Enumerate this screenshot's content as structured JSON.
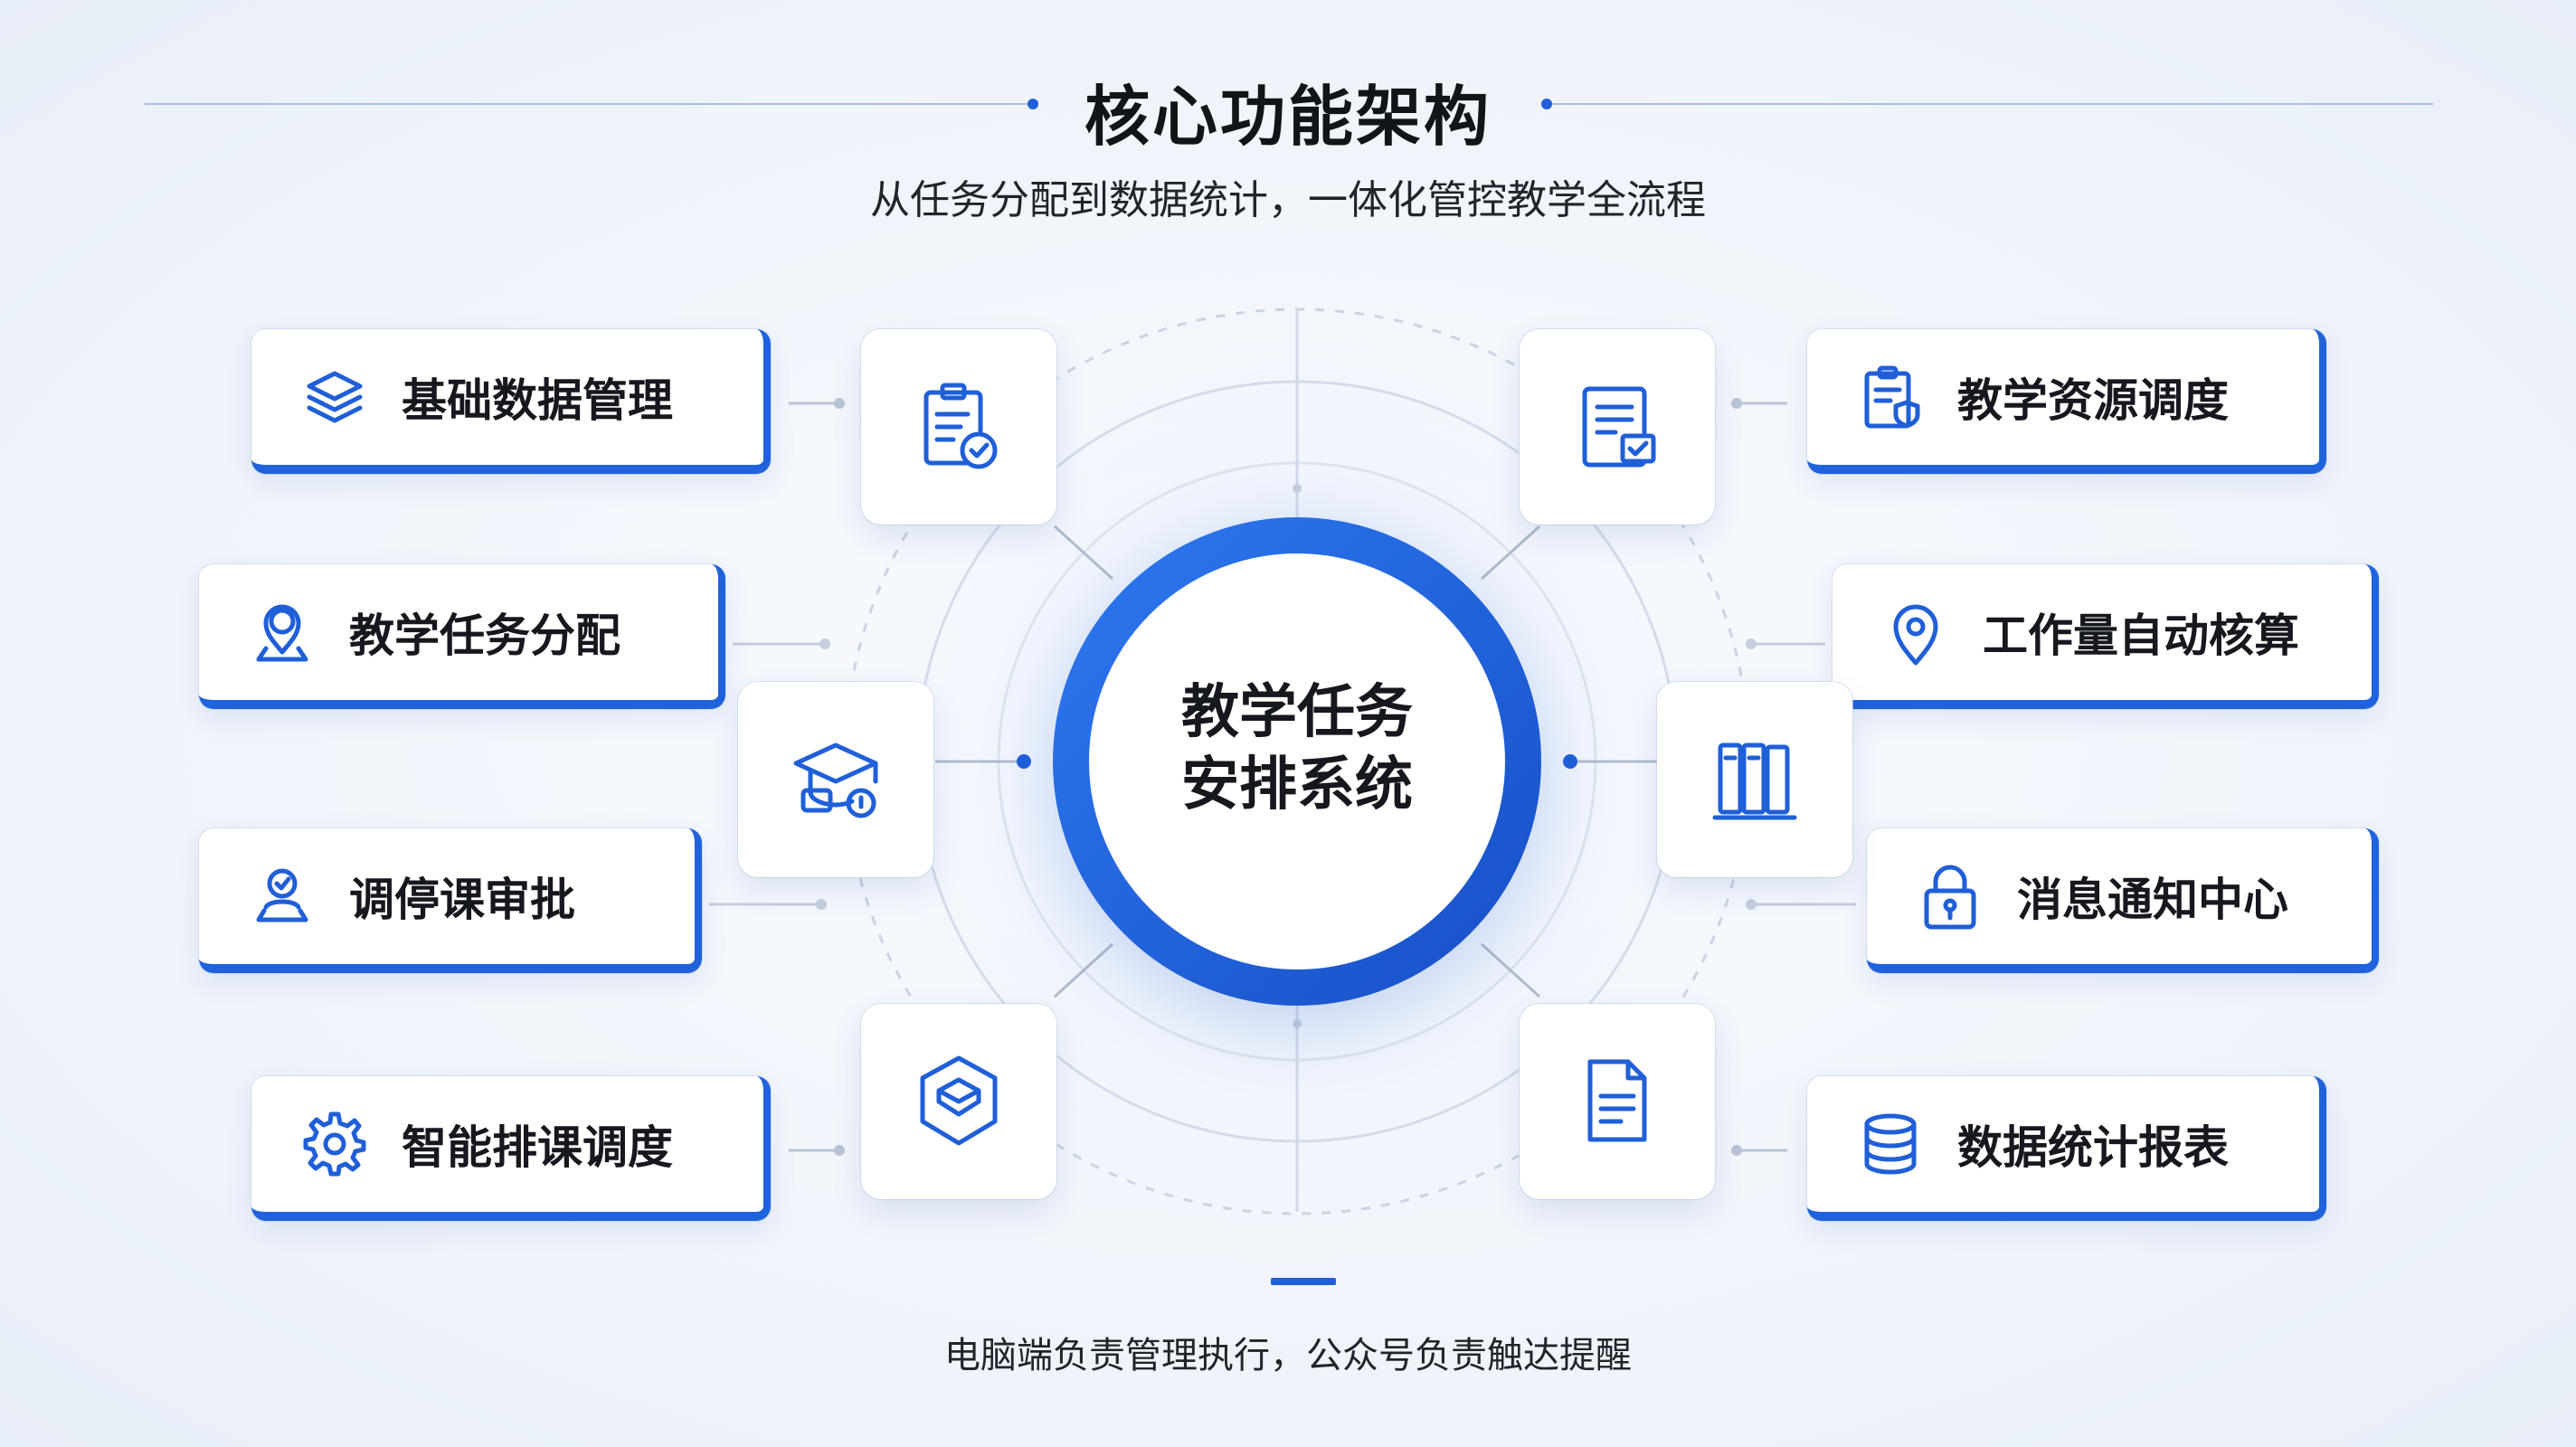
{
  "header": {
    "title": "核心功能架构",
    "subtitle": "从任务分配到数据统计，一体化管控教学全流程"
  },
  "center": {
    "line1": "教学任务",
    "line2": "安排系统"
  },
  "left_cards": [
    {
      "label": "基础数据管理",
      "icon": "layers-icon"
    },
    {
      "label": "教学任务分配",
      "icon": "user-location-icon"
    },
    {
      "label": "调停课审批",
      "icon": "user-approval-icon"
    },
    {
      "label": "智能排课调度",
      "icon": "gear-icon"
    }
  ],
  "right_cards": [
    {
      "label": "教学资源调度",
      "icon": "clipboard-shield-icon"
    },
    {
      "label": "工作量自动核算",
      "icon": "map-pin-icon"
    },
    {
      "label": "消息通知中心",
      "icon": "lock-icon"
    },
    {
      "label": "数据统计报表",
      "icon": "database-icon"
    }
  ],
  "tiles": [
    {
      "icon": "clipboard-check-icon"
    },
    {
      "icon": "document-check-icon"
    },
    {
      "icon": "graduation-cap-icon"
    },
    {
      "icon": "books-icon"
    },
    {
      "icon": "hexagon-cube-icon"
    },
    {
      "icon": "file-text-icon"
    }
  ],
  "footer": {
    "text": "电脑端负责管理执行，公众号负责触达提醒"
  },
  "colors": {
    "accent": "#1f5fd8",
    "ring": "#1e63e0",
    "text": "#15181e"
  }
}
